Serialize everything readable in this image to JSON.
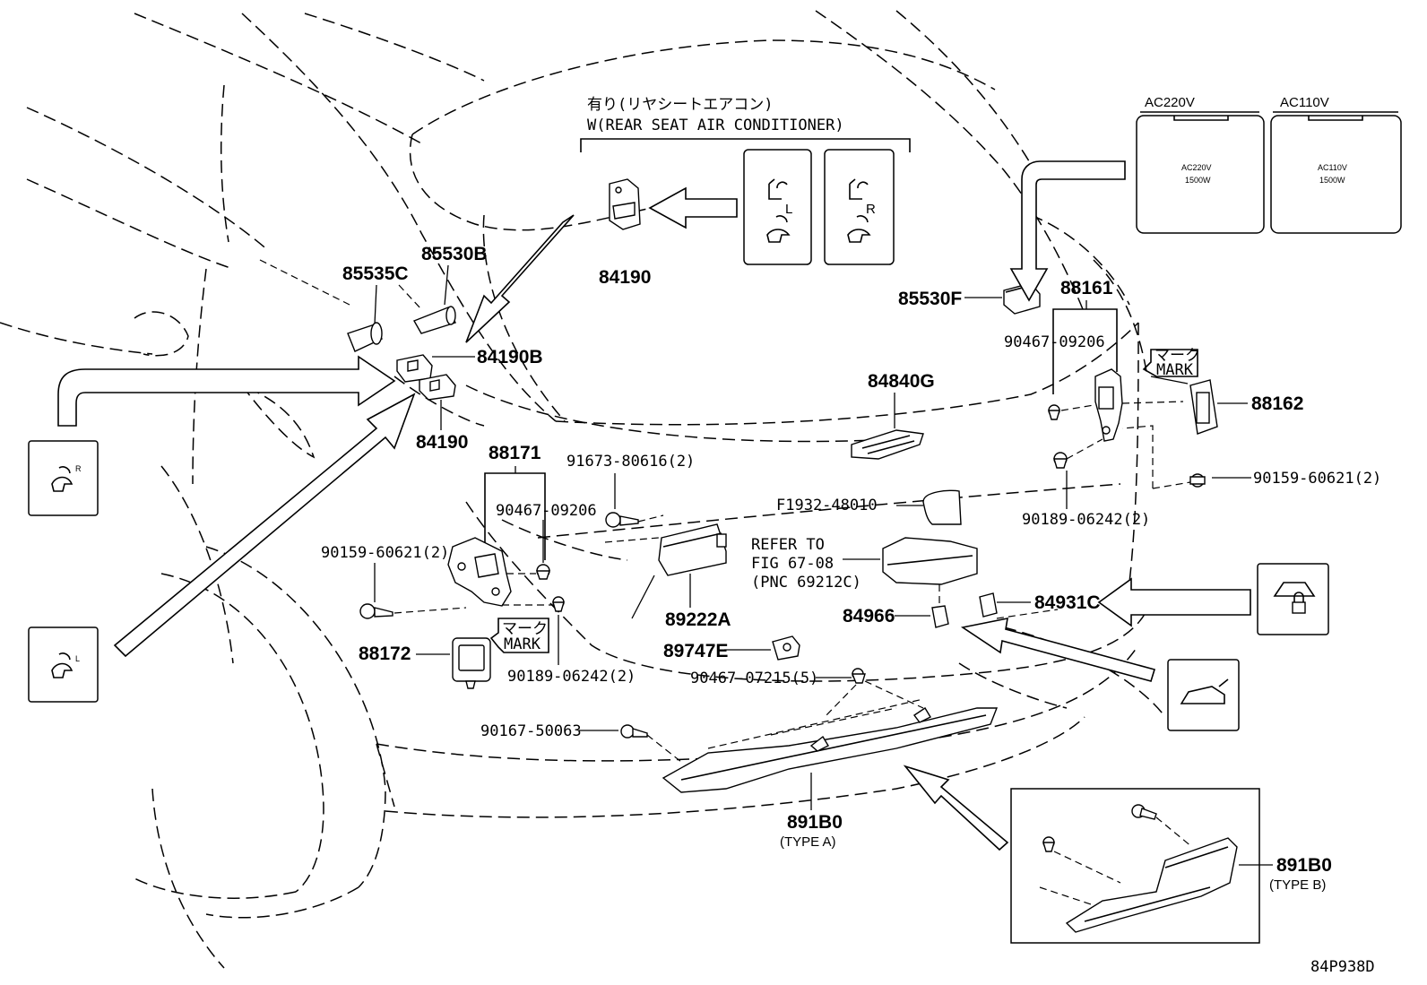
{
  "header": {
    "jp_note": "有り(リヤシートエアコン)",
    "en_note": "W(REAR SEAT AIR CONDITIONER)"
  },
  "parts": {
    "p84190_top": "84190",
    "p85535C": "85535C",
    "p85530B": "85530B",
    "p84190B": "84190B",
    "p84190": "84190",
    "p88171": "88171",
    "p91673": "91673-80616(2)",
    "p90467_left": "90467-09206",
    "p90159_left": "90159-60621(2)",
    "p88172": "88172",
    "p90189_left": "90189-06242(2)",
    "p89222A": "89222A",
    "p89747E": "89747E",
    "p90467_07215": "90467-07215(5)",
    "p90167": "90167-50063",
    "p891B0_A": "891B0",
    "type_a": "(TYPE A)",
    "p891B0_B": "891B0",
    "type_b": "(TYPE B)",
    "p85530F": "85530F",
    "p88161": "88161",
    "p90467_right": "90467-09206",
    "p84840G": "84840G",
    "p88162": "88162",
    "p90159_right": "90159-60621(2)",
    "p90189_right": "90189-06242(2)",
    "pF1932": "F1932-48010",
    "refer1": "REFER TO",
    "refer2": "FIG 67-08",
    "refer3": "(PNC 69212C)",
    "p84966": "84966",
    "p84931C": "84931C"
  },
  "mark": {
    "jp": "マーク",
    "en": "MARK"
  },
  "outlets": [
    {
      "tab": "AC220V",
      "line1": "AC220V",
      "line2": "1500W"
    },
    {
      "tab": "AC110V",
      "line1": "AC110V",
      "line2": "1500W"
    }
  ],
  "switch_icons": {
    "L": "L",
    "R": "R"
  },
  "figure_code": "84P938D"
}
